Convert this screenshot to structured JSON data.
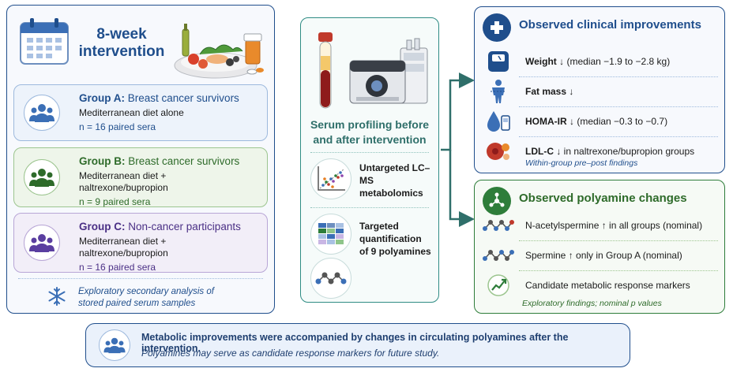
{
  "intervention": {
    "title": "8-week intervention",
    "groups": [
      {
        "name": "Group A:",
        "population": "Breast cancer survivors",
        "treatment": "Mediterranean diet alone",
        "n": "n = 16 paired sera"
      },
      {
        "name": "Group B:",
        "population": "Breast cancer survivors",
        "treatment": "Mediterranean diet + naltrexone/bupropion",
        "n": "n = 9 paired sera"
      },
      {
        "name": "Group C:",
        "population": "Non-cancer participants",
        "treatment": "Mediterranean diet + naltrexone/bupropion",
        "n": "n = 16 paired sera"
      }
    ],
    "note": "Exploratory secondary analysis of stored paired serum samples"
  },
  "profiling": {
    "title": "Serum profiling before and after intervention",
    "untargeted": "Untargeted LC–MS metabolomics",
    "targeted": "Targeted quantification of 9 polyamines"
  },
  "clinical": {
    "title": "Observed clinical improvements",
    "items": [
      {
        "label": "Weight",
        "detail": "↓  (median −1.9 to −2.8 kg)"
      },
      {
        "label": "Fat mass",
        "detail": "↓"
      },
      {
        "label": "HOMA-IR",
        "detail": "↓  (median −0.3 to −0.7)"
      },
      {
        "label": "LDL-C",
        "detail": "↓  in naltrexone/bupropion groups"
      }
    ],
    "footnote": "Within-group pre–post findings"
  },
  "polyamine": {
    "title": "Observed polyamine changes",
    "items": [
      {
        "text": "N-acetylspermine  ↑  in all groups (nominal)"
      },
      {
        "text": "Spermine  ↑  only in Group A (nominal)"
      },
      {
        "text": "Candidate metabolic response markers"
      }
    ],
    "footnote": "Exploratory findings; nominal p values"
  },
  "conclusion": {
    "main": "Metabolic improvements were accompanied by changes in circulating polyamines after the intervention.",
    "sub": "Polyamines may serve as candidate response markers for future study."
  },
  "colors": {
    "blue": "#1f4e8c",
    "green": "#2e7d3a",
    "purple": "#4a2f85",
    "teal": "#2f8c84"
  }
}
